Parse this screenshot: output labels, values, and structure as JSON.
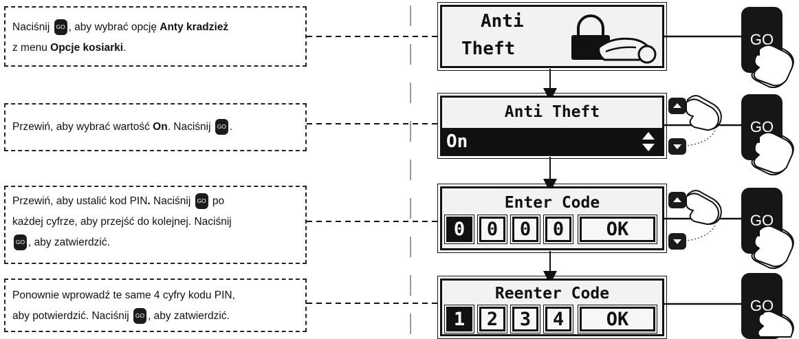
{
  "steps": [
    {
      "segments": [
        {
          "t": "Naciśnij "
        },
        {
          "go": "GO"
        },
        {
          "t": ", aby wybrać opcję "
        },
        {
          "b": "Anty kradzież"
        },
        {
          "br": true
        },
        {
          "t": "z menu "
        },
        {
          "b": "Opcje kosiarki"
        },
        {
          "t": "."
        }
      ]
    },
    {
      "segments": [
        {
          "t": "Przewiń, aby wybrać wartość "
        },
        {
          "b": "On"
        },
        {
          "t": ". Naciśnij "
        },
        {
          "go": "GO"
        },
        {
          "t": "."
        }
      ]
    },
    {
      "segments": [
        {
          "t": "Przewiń, aby ustalić kod PIN"
        },
        {
          "b": "."
        },
        {
          "t": " Naciśnij "
        },
        {
          "go": "GO"
        },
        {
          "t": " po"
        },
        {
          "br": true
        },
        {
          "t": "każdej cyfrze, aby przejść do kolejnej. Naciśnij"
        },
        {
          "br": true
        },
        {
          "go": "GO"
        },
        {
          "t": ", aby zatwierdzić."
        }
      ]
    },
    {
      "segments": [
        {
          "t": "Ponownie wprowadź te same 4 cyfry kodu PIN,"
        },
        {
          "br": true
        },
        {
          "t": "aby potwierdzić. Naciśnij "
        },
        {
          "go": "GO"
        },
        {
          "t": ", aby zatwierdzić."
        }
      ]
    }
  ],
  "screens": {
    "anti_theft_menu": {
      "line1": "Anti",
      "line2": "Theft",
      "icon": "lock-mower-icon"
    },
    "anti_theft_value": {
      "title": "Anti Theft",
      "value": "On",
      "icon": "updown-arrows-icon"
    },
    "enter_code": {
      "title": "Enter Code",
      "digits": [
        "0",
        "0",
        "0",
        "0"
      ],
      "ok": "OK"
    },
    "reenter_code": {
      "title": "Reenter Code",
      "digits": [
        "1",
        "2",
        "3",
        "4"
      ],
      "ok": "OK"
    }
  },
  "go_button_label": "GO",
  "colors": {
    "ink": "#111111",
    "screen_bg": "#f2f2f2",
    "button": "#161616"
  }
}
